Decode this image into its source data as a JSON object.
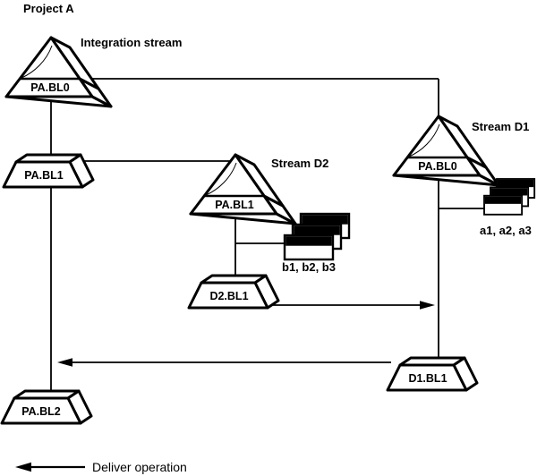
{
  "project": {
    "name": "Project A"
  },
  "integration": {
    "label": "Integration stream",
    "baseline0": "PA.BL0",
    "baseline1": "PA.BL1",
    "baseline2": "PA.BL2"
  },
  "stream_d2": {
    "label": "Stream D2",
    "foundation": "PA.BL1",
    "baseline": "D2.BL1",
    "activities": "b1, b2, b3"
  },
  "stream_d1": {
    "label": "Stream D1",
    "foundation": "PA.BL0",
    "baseline": "D1.BL1",
    "activities": "a1, a2, a3"
  },
  "legend": {
    "deliver": "Deliver operation"
  },
  "colors": {
    "shade": "#8b8b8b",
    "line": "#000000",
    "fill": "#ffffff"
  }
}
